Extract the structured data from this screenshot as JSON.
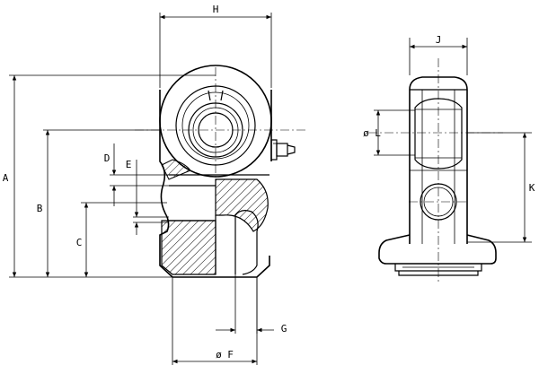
{
  "drawing": {
    "dimension_labels": {
      "A": "A",
      "B": "B",
      "C": "C",
      "D": "D",
      "E": "E",
      "F": "ø  F",
      "G": "G",
      "H": "H",
      "J": "J",
      "K": "K",
      "L": "ø  L"
    },
    "colors": {
      "line": "#000000",
      "background": "#ffffff"
    }
  }
}
